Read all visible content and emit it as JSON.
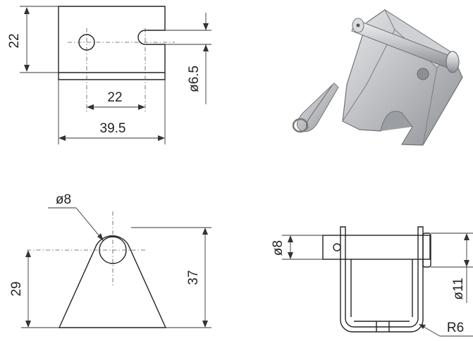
{
  "views": {
    "top": {
      "dim_height": "22",
      "dim_hole_spacing": "22",
      "dim_length": "39.5",
      "dim_slot": "ø6.5"
    },
    "front": {
      "dim_pin_hole": "ø8",
      "dim_hole_height": "29",
      "dim_total_height": "37"
    },
    "side": {
      "dim_pin": "ø8",
      "dim_pin_head": "ø11",
      "dim_radius": "R6"
    },
    "photo": {
      "subject": "clevis-bracket-with-pin-and-split-cotter"
    }
  },
  "colors": {
    "line": "#222222",
    "dimension": "#333333",
    "metal_light": "#d9dadc",
    "metal_dark": "#8e9196"
  }
}
